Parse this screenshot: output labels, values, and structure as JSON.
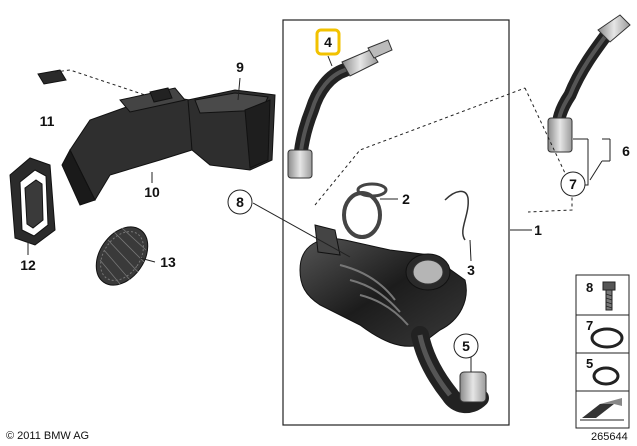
{
  "callouts": {
    "p1": "1",
    "p2": "2",
    "p3": "3",
    "p4": "4",
    "p5": "5",
    "p6": "6",
    "p7": "7",
    "p8": "8",
    "p9": "9",
    "p10": "10",
    "p11": "11",
    "p12": "12",
    "p13": "13"
  },
  "legend": {
    "item8": "8",
    "item7": "7",
    "item5": "5"
  },
  "copyright": "© 2011 BMW AG",
  "diagram_number": "265644",
  "colors": {
    "highlight": "#f2c200",
    "part": "#2b2b2b"
  }
}
